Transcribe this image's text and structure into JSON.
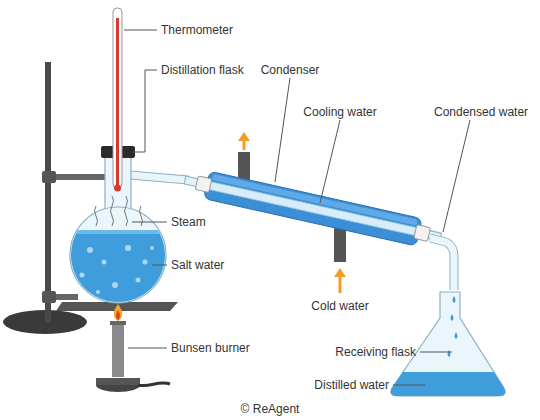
{
  "diagram": {
    "labels": [
      "Thermometer",
      "Distillation flask",
      "Condenser",
      "Cooling water",
      "Condensed water",
      "Steam",
      "Salt water",
      "Cold water",
      "Bunsen burner",
      "Receiving flask",
      "Distilled water",
      "© ReAgent"
    ]
  }
}
